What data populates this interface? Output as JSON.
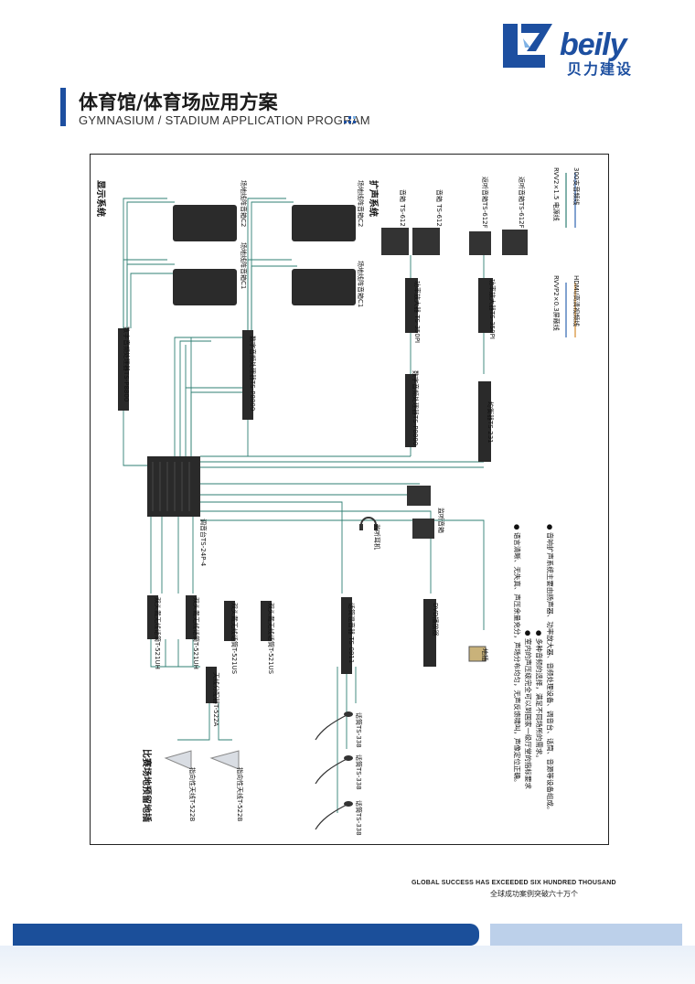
{
  "brand": {
    "name_en": "beily",
    "name_cn": "贝力建设",
    "color": "#1d4fa0"
  },
  "heading": {
    "title_cn": "体育馆/体育场应用方案",
    "title_en": "GYMNASIUM / STADIUM APPLICATION PROGRAM"
  },
  "diagram": {
    "sections": {
      "display": "显示系统",
      "pa": "扩声系统",
      "floor_mic": "比赛场地预留地插"
    },
    "speakers": {
      "array_c2_left": "场地线阵音箱C2",
      "array_c1_left": "场地线阵音箱C1",
      "array_c2_right": "场地线阵音箱C2",
      "array_c1_right": "场地线阵音箱C1",
      "main_1": "音箱  TS-612",
      "main_2": "音箱  TS-612",
      "return_1": "返听音箱TS-612F",
      "return_2": "返听音箱TS-612F",
      "monitor": "监听音箱"
    },
    "devices": {
      "processor_1": "数字音频处理器TS-P8800",
      "processor_2": "数字音频处理器TS-P8800",
      "processor_3": "数字音频处理器TS-P8800",
      "amp_1": "功率放大器  TS-350PI",
      "amp_2": "功率放大器TS-350PI",
      "eq": "均衡器TS-231",
      "mixer": "调音台TS-24P-4",
      "headphone": "监听耳机",
      "paging": "话筒混音器  TS-0811",
      "dvd": "DVD播放器",
      "floor_box": "地插"
    },
    "wireless": {
      "rx_1": "双头戴无线话筒T-521UH",
      "rx_2": "双头戴无线话筒T-521UH",
      "rx_3": "双头戴无线话筒T-521US",
      "rx_4": "双头戴无线话筒T-521US",
      "splitter": "天线分配器T-522A",
      "antenna_1": "指向性天线T-522B",
      "antenna_2": "指向性天线T-522B"
    },
    "mics": {
      "mic_1": "话筒TS-338",
      "mic_2": "话筒TS-338",
      "mic_3": "话筒TS-338"
    },
    "legend": {
      "rvvp": "RVVP2×0.3屏蔽线",
      "hdmi": "HDMI/高清视频线",
      "rvv": "RVV2×1.5 电源线",
      "sdi": "300支音频线"
    },
    "notes": [
      "● 音响扩声系统主要由扬声器、功率放大器、音频处理设备、调音台、话筒、音源等设备组成。",
      "● 多种音频的选择，满足不同场所的需求。",
      "● 室内的声压级完全可以到国家一级厅堂的指标要求",
      "● 语言清晰、无失真、声压余量充分，声场分布均匀，无声反馈啸叫，声像定位正确。"
    ],
    "colors": {
      "line_blue": "#2f63b0",
      "line_teal": "#2f7f73",
      "line_orange": "#d58a2a"
    }
  },
  "footer": {
    "tagline_en": "GLOBAL SUCCESS HAS EXCEEDED SIX HUNDRED THOUSAND",
    "tagline_cn": "全球成功案例突破六十万个"
  }
}
